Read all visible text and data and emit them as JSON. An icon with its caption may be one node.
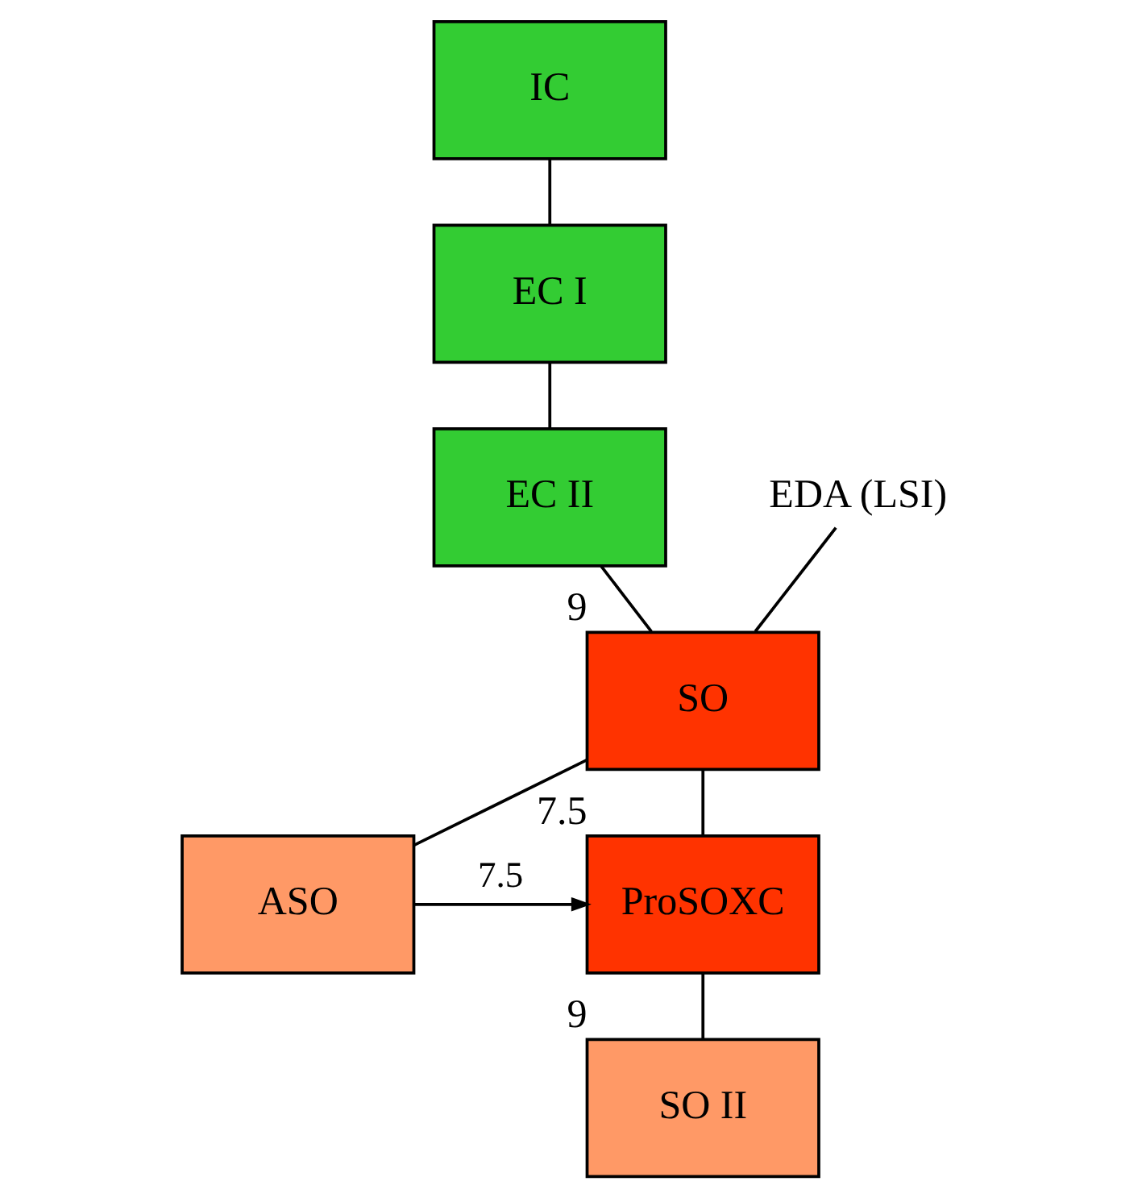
{
  "diagram": {
    "nodes": [
      {
        "text": [
          "IC"
        ]
      },
      {
        "text": [
          "EC I"
        ]
      },
      {
        "text": [
          "EC II"
        ]
      },
      {
        "text": [
          "SO"
        ],
        "beside": [
          "9"
        ]
      },
      {
        "text": [
          "ASO"
        ]
      },
      {
        "text": [
          "ProSOXC"
        ],
        "beside": [
          "7.5"
        ]
      },
      {
        "text": [
          "SO II"
        ],
        "beside": [
          "9"
        ]
      },
      {
        "text": [
          "EDA (LSI)"
        ]
      }
    ],
    "edges": [
      {
        "from": 0,
        "to": 1,
        "arrow": "none"
      },
      {
        "from": 1,
        "to": 2,
        "arrow": "none"
      },
      {
        "from": 2,
        "to": 3,
        "arrow": "none"
      },
      {
        "from": 7,
        "to": 3,
        "arrow": "none"
      },
      {
        "from": 3,
        "to": 5,
        "arrow": "none"
      },
      {
        "from": 4,
        "to": 3,
        "arrow": "none"
      },
      {
        "from": 4,
        "to": 5,
        "arrow": "to",
        "label": "7.5"
      },
      {
        "from": 5,
        "to": 6,
        "arrow": "none"
      }
    ]
  }
}
